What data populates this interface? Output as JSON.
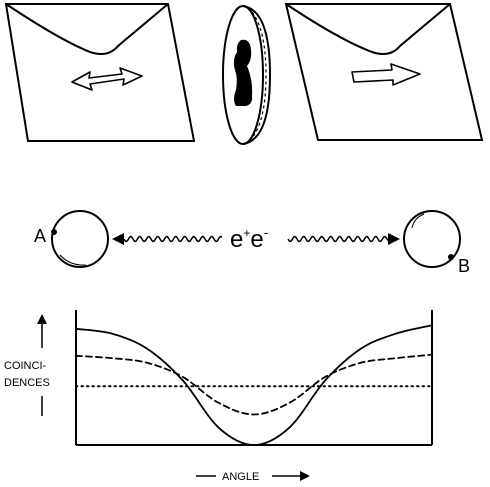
{
  "top_panel": {
    "left_card": {
      "arrow": "double-headed-arrow"
    },
    "right_card": {
      "arrow": "right-arrow"
    },
    "coin": {
      "silhouette": "chess-piece-silhouette"
    }
  },
  "middle_panel": {
    "sphere_a_label": "A",
    "sphere_b_label": "B",
    "pair_label_e1": "e",
    "pair_label_plus": "+",
    "pair_label_e2": "e",
    "pair_label_minus": "-"
  },
  "plot": {
    "ylabel_line1": "COINCI-",
    "ylabel_line2": "DENCES",
    "xlabel": "ANGLE"
  },
  "chart_data": {
    "type": "line",
    "title": "",
    "xlabel": "ANGLE",
    "ylabel": "COINCIDENCES",
    "x": [
      0,
      0.1,
      0.2,
      0.3,
      0.4,
      0.5,
      0.6,
      0.7,
      0.8,
      0.9,
      1.0
    ],
    "series": [
      {
        "style": "solid",
        "values": [
          0.99,
          0.95,
          0.82,
          0.55,
          0.15,
          0.0,
          0.15,
          0.55,
          0.82,
          0.95,
          1.02
        ]
      },
      {
        "style": "dashed",
        "values": [
          0.76,
          0.74,
          0.7,
          0.58,
          0.36,
          0.26,
          0.36,
          0.58,
          0.7,
          0.74,
          0.77
        ]
      },
      {
        "style": "dotted",
        "values": [
          0.5,
          0.5,
          0.5,
          0.5,
          0.5,
          0.5,
          0.5,
          0.5,
          0.5,
          0.5,
          0.5
        ]
      }
    ],
    "ylim": [
      0,
      1.15
    ],
    "grid": false,
    "legend": "none"
  }
}
